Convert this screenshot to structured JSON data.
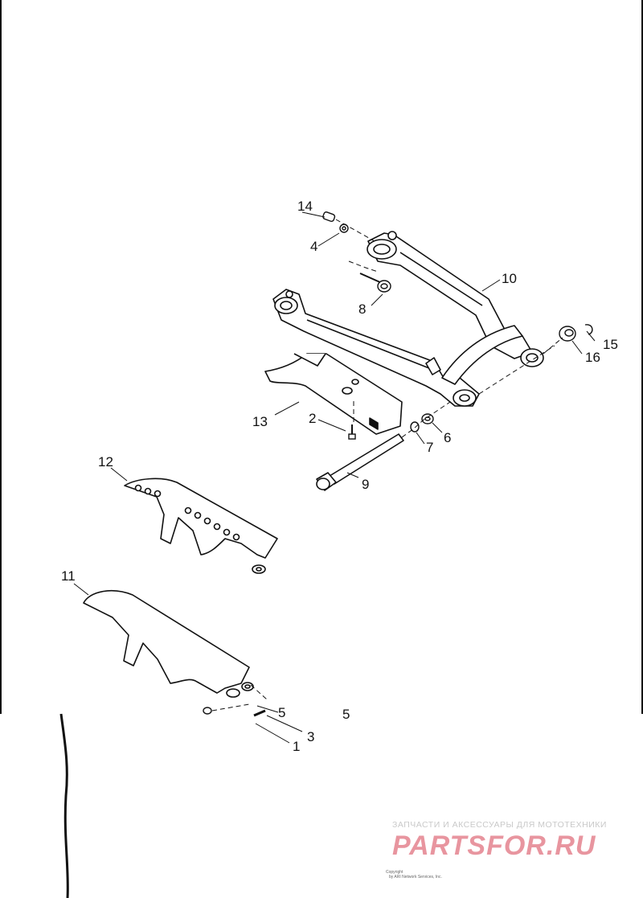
{
  "diagram": {
    "callouts": {
      "c1": "1",
      "c2": "2",
      "c3": "3",
      "c4": "4",
      "c5a": "5",
      "c5b": "5",
      "c6": "6",
      "c7": "7",
      "c8": "8",
      "c9": "9",
      "c10": "10",
      "c11": "11",
      "c12": "12",
      "c13": "13",
      "c14": "14",
      "c15": "15",
      "c16": "16"
    },
    "colors": {
      "line": "#111111",
      "accent": "#e8959f",
      "watermark_text": "#c9c9c9"
    }
  },
  "watermark": {
    "tagline": "ЗАПЧАСТИ И АКСЕССУАРЫ ДЛЯ МОТОТЕХНИКИ",
    "logo_part1": "PARTS",
    "logo_part2": "FOR",
    "logo_part3": ".RU"
  },
  "copyright": {
    "line1": "Copyright",
    "line2": "by ARI Network Services, Inc."
  }
}
